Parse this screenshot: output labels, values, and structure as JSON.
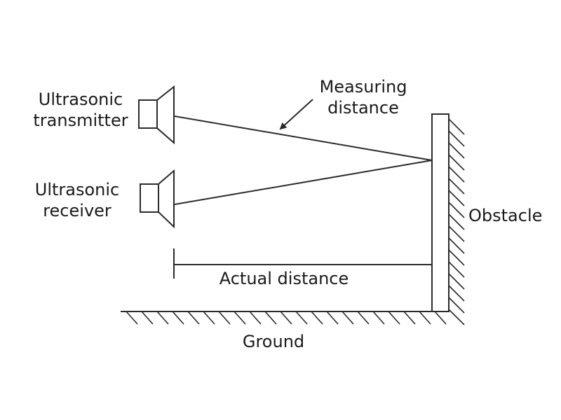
{
  "labels": {
    "transmitter": [
      "Ultrasonic",
      "transmitter"
    ],
    "receiver": [
      "Ultrasonic",
      "receiver"
    ],
    "measuring": [
      "Measuring",
      "distance"
    ],
    "obstacle": "Obstacle",
    "actual": "Actual distance",
    "ground": "Ground"
  },
  "colors": {
    "line": "#2a2a2a",
    "text": "#1a1a1a"
  }
}
